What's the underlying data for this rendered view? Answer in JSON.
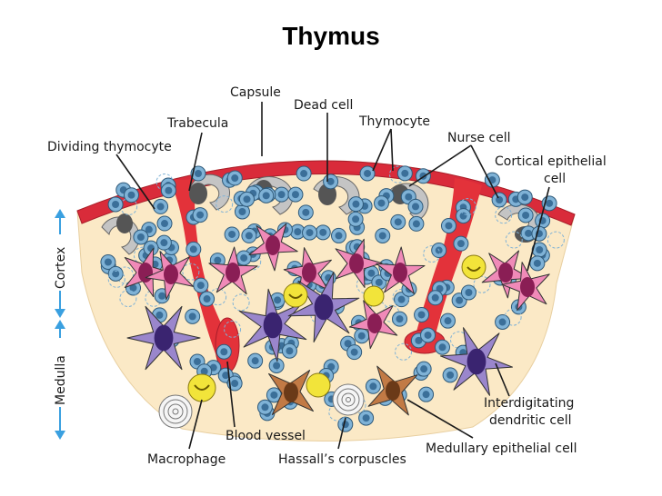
{
  "title": "Thymus",
  "labels": {
    "capsule": "Capsule",
    "dead_cell": "Dead cell",
    "trabecula": "Trabecula",
    "thymocyte": "Thymocyte",
    "nurse_cell": "Nurse cell",
    "dividing_thymocyte": "Dividing thymocyte",
    "cortical_epithelial_1": "Cortical epithelial",
    "cortical_epithelial_2": "cell",
    "interdigitating_1": "Interdigitating",
    "interdigitating_2": "dendritic cell",
    "medullary_epithelial": "Medullary epithelial cell",
    "blood_vessel": "Blood vessel",
    "macrophage": "Macrophage",
    "hassalls": "Hassall’s corpuscles"
  },
  "regions": {
    "cortex": "Cortex",
    "medulla": "Medulla"
  },
  "colors": {
    "capsule": "#d92b3a",
    "tissue": "#fbe9c6",
    "thymocyte": "#7fb2d6",
    "thymocyte_nucleus": "#3b6f99",
    "nurse_cell": "#c4c4c4",
    "cortical_epithelial": "#f08ab8",
    "cortical_nucleus": "#8a1e55",
    "dendritic": "#9a86cc",
    "dendritic_nucleus": "#3a2470",
    "medullary_epithelial": "#c27a45",
    "macrophage": "#f2e43a",
    "blood_vessel": "#e3323a",
    "region_arrow": "#3aa0e0"
  }
}
